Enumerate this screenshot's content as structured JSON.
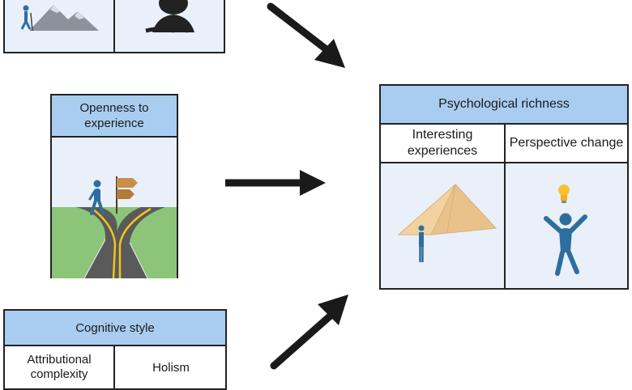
{
  "openness": {
    "title": "Openness to experience"
  },
  "cognitive": {
    "title": "Cognitive style",
    "cells": [
      "Attributional complexity",
      "Holism"
    ]
  },
  "richness": {
    "title": "Psychological richness",
    "cells": [
      "Interesting experiences",
      "Perspective change"
    ]
  },
  "colors": {
    "header": "#a9cdf0",
    "panel": "#e9f0fa",
    "figure": "#2e6e9e",
    "grass": "#8cc57a",
    "road": "#5a5a5a",
    "line": "#f0c419",
    "arrow": "#1a1a1a",
    "pyramid": "#f2d2a0"
  },
  "icons": [
    "hiker-icon",
    "mountain-icon",
    "person-writing-icon",
    "walking-person-icon",
    "signpost-icon",
    "forked-road-icon",
    "pyramid-icon",
    "lightbulb-icon",
    "cheering-person-icon"
  ]
}
